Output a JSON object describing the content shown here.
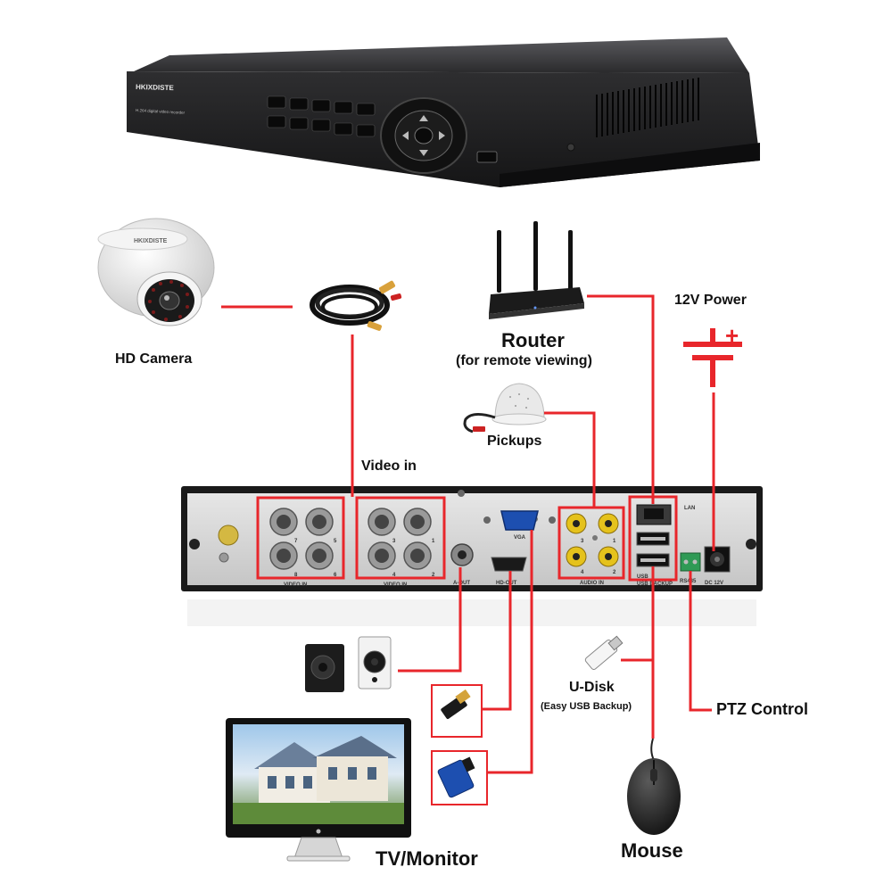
{
  "dvr": {
    "brand": "HKIXDISTE",
    "model_text": "H.264 digital video recorder"
  },
  "camera": {
    "brand": "HKIXDISTE"
  },
  "labels": {
    "hd_camera": "HD Camera",
    "router": "Router",
    "router_sub": "(for remote viewing)",
    "power": "12V Power",
    "power_plus": "+",
    "pickups": "Pickups",
    "video_in": "Video in",
    "u_disk": "U-Disk",
    "u_disk_sub": "(Easy USB Backup)",
    "ptz": "PTZ Control",
    "tv": "TV/Monitor",
    "mouse": "Mouse"
  },
  "rear_panel": {
    "video_in_left": "VIDEO IN",
    "video_in_right": "VIDEO IN",
    "ports_left": [
      "7",
      "5",
      "8",
      "6"
    ],
    "ports_right": [
      "3",
      "1",
      "4",
      "2"
    ],
    "vga": "VGA",
    "a_out": "A-OUT",
    "hd_out": "HD-OUT",
    "audio_in": "AUDIO IN",
    "audio_ports": [
      "3",
      "1",
      "4",
      "2"
    ],
    "lan": "LAN",
    "usb": "USB",
    "usb_backup": "USB BACKUP",
    "rs485": "RS485",
    "dc12v": "DC 12V"
  },
  "colors": {
    "connector_line": "#e8262b",
    "dvr_body": "#2b2b2d",
    "panel": "#d8d8d8"
  }
}
